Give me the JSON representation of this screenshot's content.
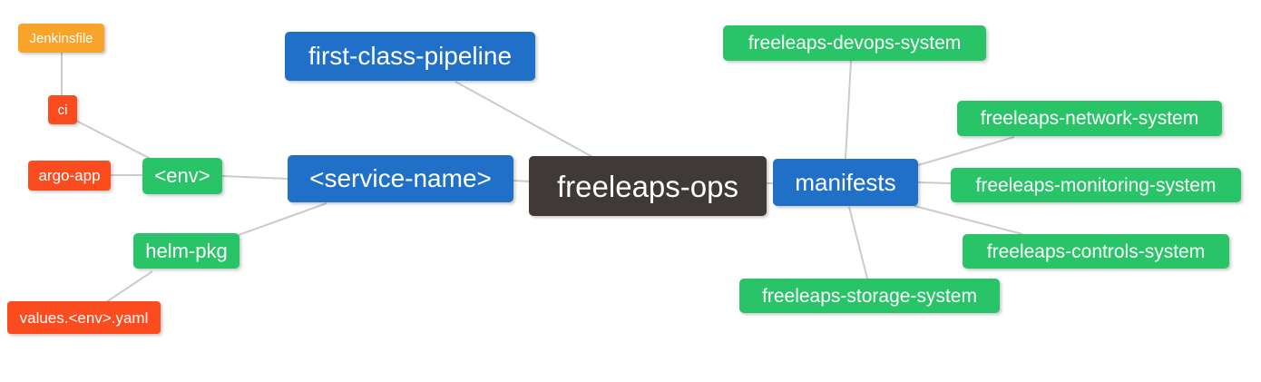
{
  "diagram": {
    "type": "mindmap",
    "root_label": "freeleaps-ops",
    "colors": {
      "blue": "#2170C7",
      "green": "#29C368",
      "red": "#FB4C1F",
      "orange": "#F8A42A",
      "dark": "#3F3A37",
      "edge": "#CBCBCB",
      "text": "#FFFFFF",
      "background": "#FFFFFF"
    },
    "nodes": {
      "root": {
        "label": "freeleaps-ops",
        "color": "dark"
      },
      "pipeline": {
        "label": "first-class-pipeline",
        "color": "blue"
      },
      "service": {
        "label": "<service-name>",
        "color": "blue"
      },
      "manifests": {
        "label": "manifests",
        "color": "blue"
      },
      "env": {
        "label": "<env>",
        "color": "green"
      },
      "helm": {
        "label": "helm-pkg",
        "color": "green"
      },
      "jenkinsfile": {
        "label": "Jenkinsfile",
        "color": "orange"
      },
      "ci": {
        "label": "ci",
        "color": "red"
      },
      "argo": {
        "label": "argo-app",
        "color": "red"
      },
      "values": {
        "label": "values.<env>.yaml",
        "color": "red"
      },
      "devops": {
        "label": "freeleaps-devops-system",
        "color": "green"
      },
      "network": {
        "label": "freeleaps-network-system",
        "color": "green"
      },
      "monitoring": {
        "label": "freeleaps-monitoring-system",
        "color": "green"
      },
      "controls": {
        "label": "freeleaps-controls-system",
        "color": "green"
      },
      "storage": {
        "label": "freeleaps-storage-system",
        "color": "green"
      }
    },
    "edges": [
      {
        "from": "Jenkinsfile",
        "to": "ci"
      },
      {
        "from": "ci",
        "to": "<env>"
      },
      {
        "from": "argo-app",
        "to": "<env>"
      },
      {
        "from": "<env>",
        "to": "<service-name>"
      },
      {
        "from": "helm-pkg",
        "to": "<service-name>"
      },
      {
        "from": "values.<env>.yaml",
        "to": "helm-pkg"
      },
      {
        "from": "first-class-pipeline",
        "to": "freeleaps-ops"
      },
      {
        "from": "<service-name>",
        "to": "freeleaps-ops"
      },
      {
        "from": "freeleaps-ops",
        "to": "manifests"
      },
      {
        "from": "manifests",
        "to": "freeleaps-devops-system"
      },
      {
        "from": "manifests",
        "to": "freeleaps-network-system"
      },
      {
        "from": "manifests",
        "to": "freeleaps-monitoring-system"
      },
      {
        "from": "manifests",
        "to": "freeleaps-controls-system"
      },
      {
        "from": "manifests",
        "to": "freeleaps-storage-system"
      }
    ]
  }
}
